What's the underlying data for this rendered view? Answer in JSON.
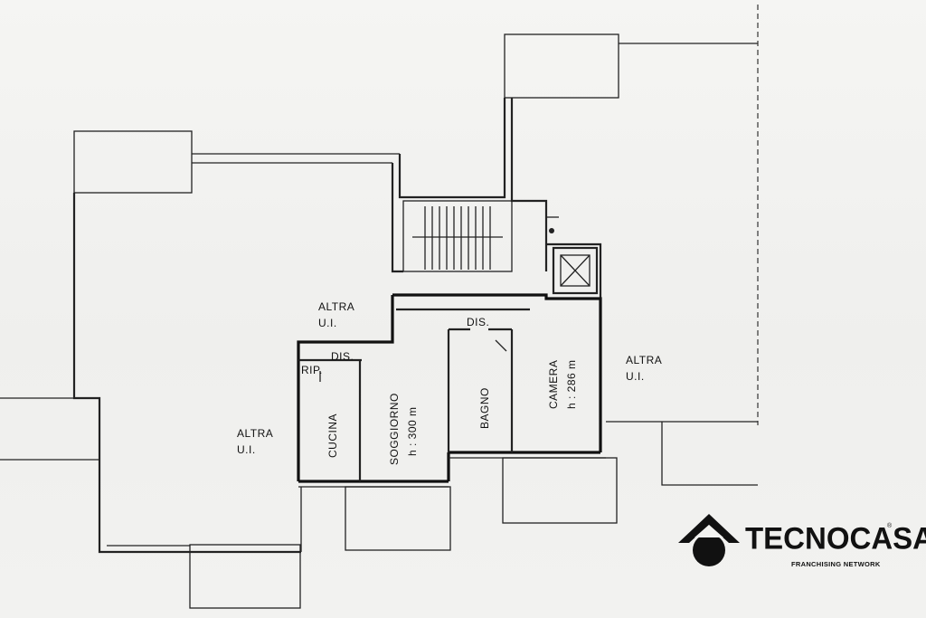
{
  "rooms": {
    "altra_top": {
      "line1": "ALTRA",
      "line2": "U.I."
    },
    "altra_left": {
      "line1": "ALTRA",
      "line2": "U.I."
    },
    "altra_right": {
      "line1": "ALTRA",
      "line2": "U.I."
    },
    "dis_upper": "DIS.",
    "dis_lower": "DIS.",
    "rip": "RIP.",
    "cucina": "CUCINA",
    "soggiorno": {
      "name": "SOGGIORNO",
      "height": "h : 300 m"
    },
    "bagno": "BAGNO",
    "camera": {
      "name": "CAMERA",
      "height": "h : 286 m"
    }
  },
  "logo": {
    "brand": "TECNOCASA",
    "registered": "®",
    "tagline": "FRANCHISING NETWORK"
  }
}
